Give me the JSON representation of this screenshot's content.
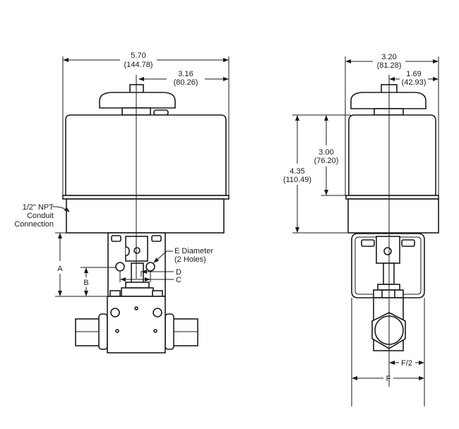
{
  "front_view": {
    "overall_width": {
      "inch": "5.70",
      "mm": "(144.78)"
    },
    "center_to_edge": {
      "inch": "3.16",
      "mm": "(80.26)"
    },
    "conduit_label": [
      "1/2\" NPT",
      "Conduit",
      "Connection"
    ],
    "hole_label": [
      "E Diameter",
      "(2 Holes)"
    ],
    "dim_a": "A",
    "dim_b": "B",
    "dim_c": "C",
    "dim_d": "D"
  },
  "side_view": {
    "overall_width": {
      "inch": "3.20",
      "mm": "(81.28)"
    },
    "center_to_edge": {
      "inch": "1.69",
      "mm": "(42.93)"
    },
    "cover_height": {
      "inch": "3.00",
      "mm": "(76.20)"
    },
    "actuator_height": {
      "inch": "4.35",
      "mm": "(110.49)"
    },
    "dim_f_half": "F/2",
    "dim_f": "F"
  }
}
